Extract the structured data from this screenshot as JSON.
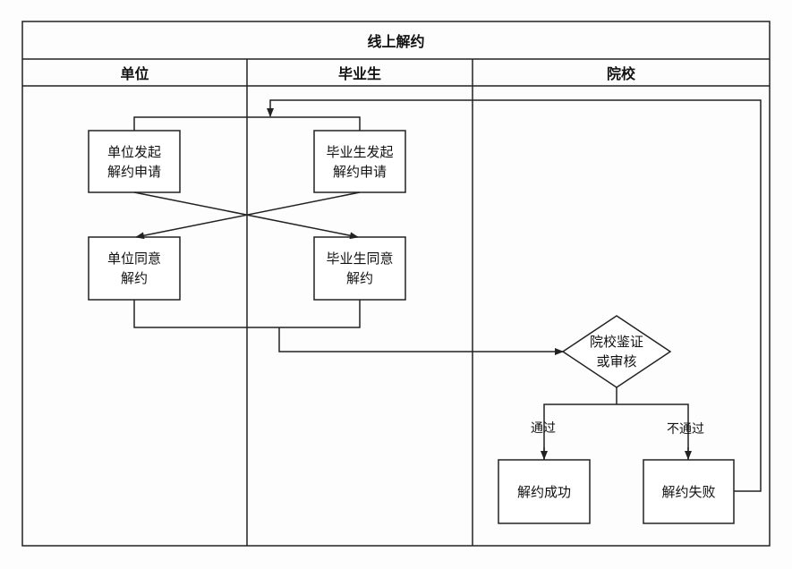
{
  "title": "线上解约",
  "lanes": [
    {
      "label": "单位"
    },
    {
      "label": "毕业生"
    },
    {
      "label": "院校"
    }
  ],
  "nodes": {
    "employer_initiate": "单位发起\n解约申请",
    "graduate_initiate": "毕业生发起\n解约申请",
    "employer_agree": "单位同意\n解约",
    "graduate_agree": "毕业生同意\n解约",
    "school_review": "院校鉴证\n或审核",
    "success": "解约成功",
    "failure": "解约失败"
  },
  "edge_labels": {
    "pass": "通过",
    "fail": "不通过"
  },
  "colors": {
    "line": "#222222",
    "background": "#fdfdfd"
  }
}
